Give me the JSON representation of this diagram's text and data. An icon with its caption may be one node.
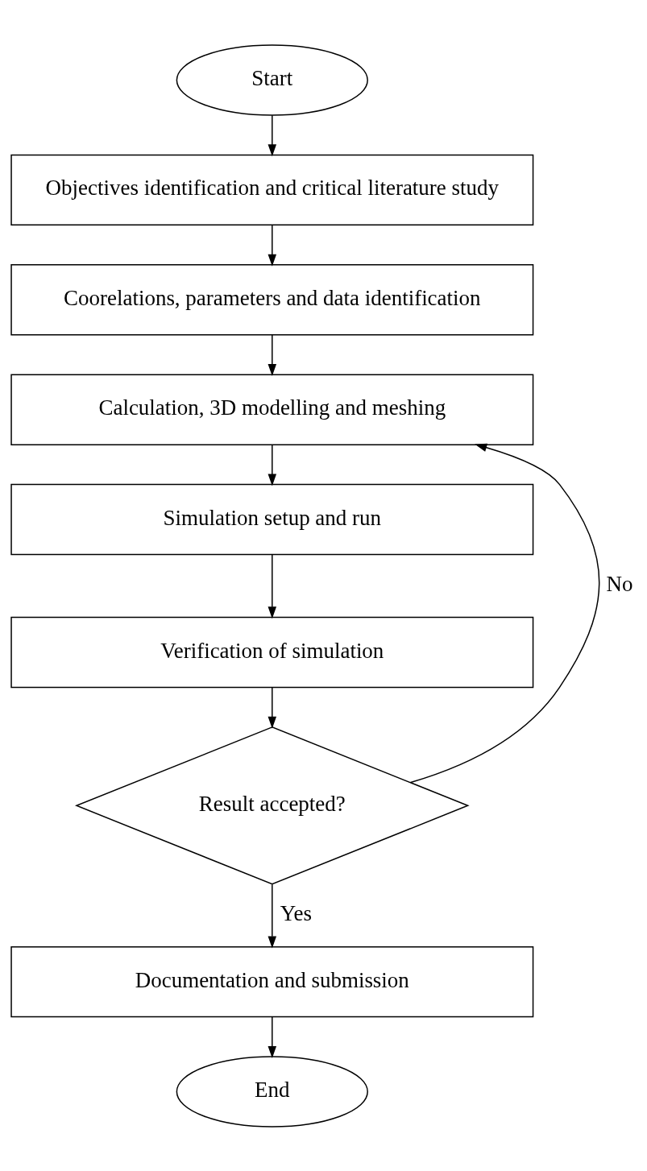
{
  "diagram": {
    "nodes": [
      {
        "text": [
          "Start"
        ]
      },
      {
        "text": [
          "Objectives identification and critical literature study"
        ]
      },
      {
        "text": [
          "Coorelations, parameters and data identification"
        ]
      },
      {
        "text": [
          "Calculation, 3D modelling and meshing"
        ]
      },
      {
        "text": [
          "Simulation setup and run"
        ]
      },
      {
        "text": [
          "Verification of simulation"
        ]
      },
      {
        "text": [
          "Result accepted?"
        ]
      },
      {
        "text": [
          "Documentation and submission"
        ]
      },
      {
        "text": [
          "End"
        ]
      }
    ],
    "edges": [
      {
        "from": 0,
        "to": 1,
        "arrow": "to"
      },
      {
        "from": 1,
        "to": 2,
        "arrow": "to"
      },
      {
        "from": 2,
        "to": 3,
        "arrow": "to"
      },
      {
        "from": 3,
        "to": 4,
        "arrow": "to"
      },
      {
        "from": 4,
        "to": 5,
        "arrow": "to"
      },
      {
        "from": 5,
        "to": 6,
        "arrow": "to"
      },
      {
        "from": 6,
        "to": 3,
        "arrow": "to",
        "label": "No"
      },
      {
        "from": 6,
        "to": 7,
        "arrow": "to",
        "label": "Yes"
      },
      {
        "from": 7,
        "to": 8,
        "arrow": "to"
      }
    ]
  }
}
